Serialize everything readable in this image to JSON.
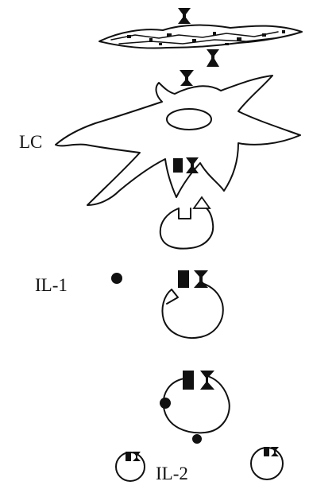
{
  "labels": {
    "lc": "LC",
    "il1": "IL-1",
    "il2": "IL-2"
  },
  "colors": {
    "ink": "#111111",
    "background": "#ffffff"
  }
}
